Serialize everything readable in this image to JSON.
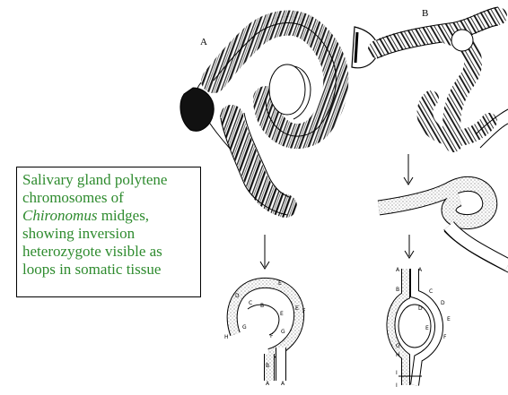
{
  "caption": {
    "line1": "Salivary gland polytene",
    "line2": "chromosomes of",
    "line3_italic": "Chironomus",
    "line3_rest": " midges,",
    "line4": "showing inversion",
    "line5": "heterozygote visible as",
    "line6": "loops in somatic tissue"
  },
  "labels": {
    "panel_a": "A",
    "panel_b": "B"
  },
  "band_letters_left": [
    "D",
    "E",
    "C",
    "B",
    "E",
    "F",
    "E",
    "G",
    "H",
    "F",
    "G",
    "B",
    "A",
    "A"
  ],
  "band_letters_right": [
    "A",
    "A",
    "B",
    "C",
    "D",
    "E",
    "F",
    "E",
    "D",
    "G",
    "H",
    "I",
    "I"
  ],
  "colors": {
    "caption_text": "#2e8b2e",
    "ink": "#000000"
  }
}
